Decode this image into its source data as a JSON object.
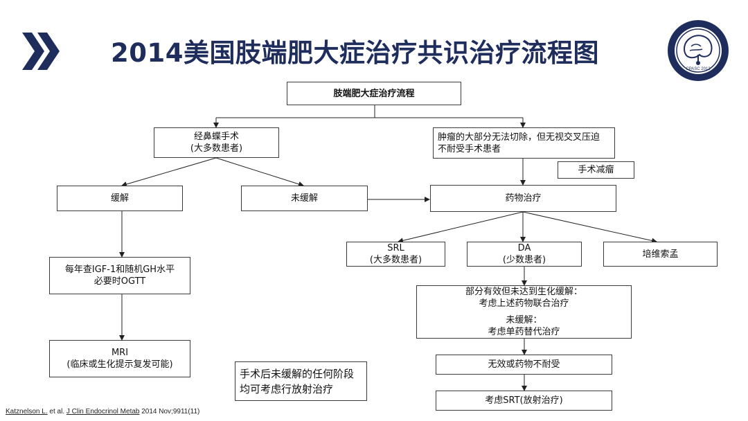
{
  "title": "2014美国肢端肥大症治疗共识治疗流程图",
  "logo": {
    "text": "CPASC 2012"
  },
  "nodes": {
    "root": [
      "肢端肥大症治疗流程"
    ],
    "surgery": [
      "经鼻蝶手术",
      "(大多数患者)"
    ],
    "tumor": [
      "肿瘤的大部分无法切除，但无视交叉压迫",
      "不耐受手术患者"
    ],
    "debulk": [
      "手术减瘤"
    ],
    "remission": [
      "缓解"
    ],
    "no_remission": [
      "未缓解"
    ],
    "medical": [
      "药物治疗"
    ],
    "annual": [
      "每年查IGF-1和随机GH水平",
      "必要时OGTT"
    ],
    "mri": [
      "MRI",
      "(临床或生化提示复发可能)"
    ],
    "srl": [
      "SRL",
      "(大多数患者)"
    ],
    "da": [
      "DA",
      "(少数患者)"
    ],
    "peg": [
      "培维索孟"
    ],
    "partial": [
      "部分有效但未达到生化缓解：",
      "考虑上述药物联合治疗"
    ],
    "partial2": [
      "未缓解：",
      "考虑单药替代治疗"
    ],
    "fail": [
      "无效或药物不耐受"
    ],
    "srt": [
      "考虑SRT(放射治疗)"
    ]
  },
  "note": [
    "手术后未缓解的任何阶段",
    "均可考虑行放射治疗"
  ],
  "citation": {
    "author": "Katznelson L.",
    "etal": " et al. ",
    "journal": "J Clin Endocrinol Metab",
    "rest": " 2014 Nov;9911(11)"
  },
  "colors": {
    "title": "#1f2d5c",
    "border": "#3a3a3a"
  }
}
